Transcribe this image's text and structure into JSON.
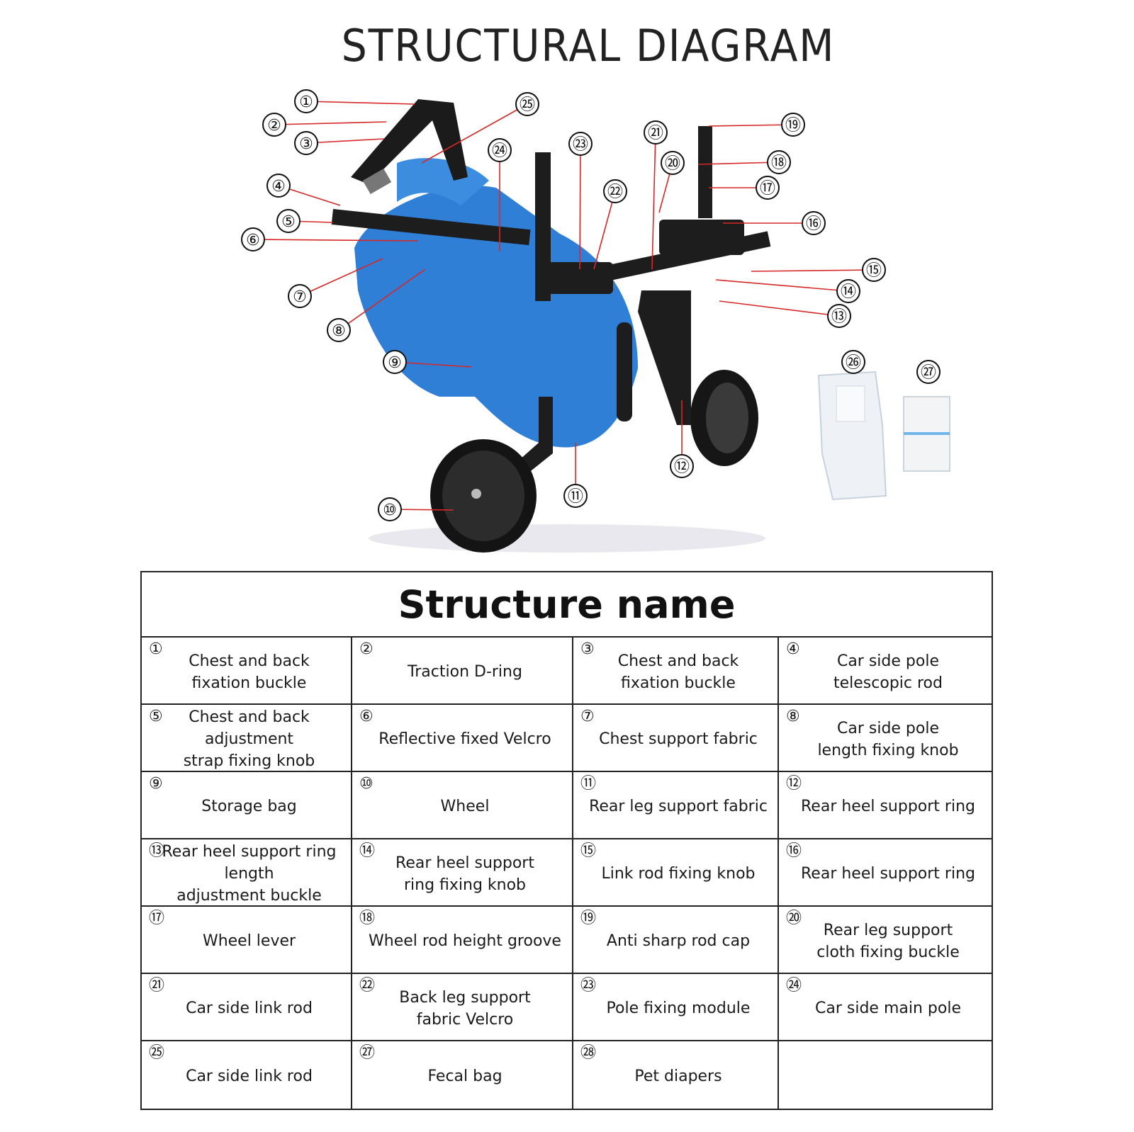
{
  "title": "STRUCTURAL DIAGRAM",
  "table_title": "Structure name",
  "colors": {
    "leader": "#d62828",
    "fabric": "#2f7fd6",
    "frame": "#1d1d1d"
  },
  "callouts": [
    "①",
    "②",
    "③",
    "④",
    "⑤",
    "⑥",
    "⑦",
    "⑧",
    "⑨",
    "⑩",
    "⑪",
    "⑫",
    "⑬",
    "⑭",
    "⑮",
    "⑯",
    "⑰",
    "⑱",
    "⑲",
    "⑳",
    "㉑",
    "㉒",
    "㉓",
    "㉔",
    "㉕",
    "㉖",
    "㉗"
  ],
  "parts": [
    {
      "num": "①",
      "name": "Chest and back\nfixation buckle"
    },
    {
      "num": "②",
      "name": "Traction D-ring"
    },
    {
      "num": "③",
      "name": "Chest and back\nfixation buckle"
    },
    {
      "num": "④",
      "name": "Car side pole\ntelescopic rod"
    },
    {
      "num": "⑤",
      "name": "Chest and back adjustment\nstrap fixing knob"
    },
    {
      "num": "⑥",
      "name": "Reflective fixed Velcro"
    },
    {
      "num": "⑦",
      "name": "Chest support fabric"
    },
    {
      "num": "⑧",
      "name": "Car side pole\nlength fixing knob"
    },
    {
      "num": "⑨",
      "name": "Storage bag"
    },
    {
      "num": "⑩",
      "name": "Wheel"
    },
    {
      "num": "⑪",
      "name": "Rear leg support fabric"
    },
    {
      "num": "⑫",
      "name": "Rear heel support ring"
    },
    {
      "num": "⑬",
      "name": "Rear heel support ring length\nadjustment buckle"
    },
    {
      "num": "⑭",
      "name": "Rear heel support\nring fixing knob"
    },
    {
      "num": "⑮",
      "name": "Link rod fixing knob"
    },
    {
      "num": "⑯",
      "name": "Rear heel support ring"
    },
    {
      "num": "⑰",
      "name": "Wheel lever"
    },
    {
      "num": "⑱",
      "name": "Wheel rod height groove"
    },
    {
      "num": "⑲",
      "name": "Anti sharp rod cap"
    },
    {
      "num": "⑳",
      "name": "Rear leg support\ncloth fixing buckle"
    },
    {
      "num": "㉑",
      "name": "Car side link rod"
    },
    {
      "num": "㉒",
      "name": "Back leg support\nfabric Velcro"
    },
    {
      "num": "㉓",
      "name": "Pole fixing module"
    },
    {
      "num": "㉔",
      "name": "Car side main pole"
    },
    {
      "num": "㉕",
      "name": "Car side link rod"
    },
    {
      "num": "㉗",
      "name": "Fecal bag"
    },
    {
      "num": "㉘",
      "name": "Pet diapers"
    },
    {
      "num": "",
      "name": ""
    }
  ]
}
